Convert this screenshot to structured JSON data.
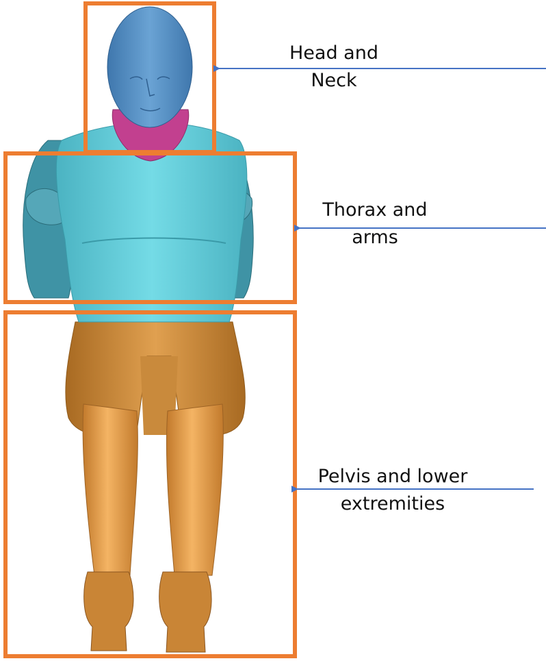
{
  "figure": {
    "regions": [
      {
        "id": "head-neck",
        "label_lines": [
          "Head and",
          "Neck"
        ]
      },
      {
        "id": "thorax-arms",
        "label_lines": [
          "Thorax and",
          "arms"
        ]
      },
      {
        "id": "pelvis-lower",
        "label_lines": [
          "Pelvis and lower",
          "extremities"
        ]
      }
    ]
  },
  "colors": {
    "box_outline": "#ed7d31",
    "arrow": "#4472c4",
    "head": "#5b93c7",
    "neck": "#c2408f",
    "torso": "#62ccd9",
    "arms": "#3f93a5",
    "pelvis": "#d8923a",
    "legs": "#e8a048",
    "feet": "#c98536"
  }
}
